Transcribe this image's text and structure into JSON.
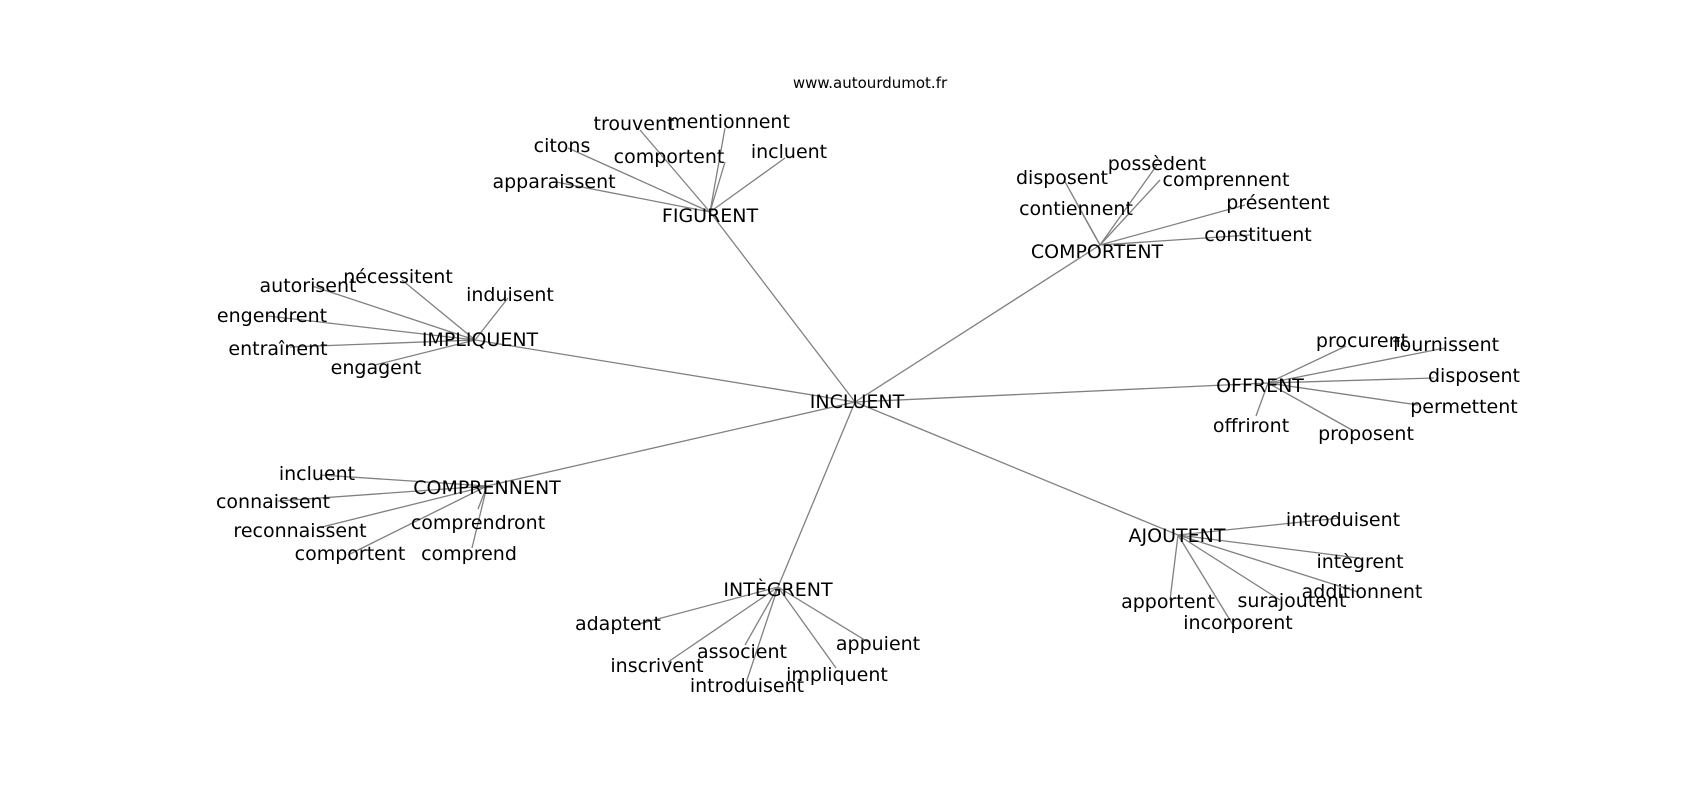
{
  "watermark": "www.autourdumot.fr",
  "center": "INCLUENT",
  "clusters": [
    {
      "id": "figurent",
      "label": "FIGURENT",
      "leaves": [
        "trouvent",
        "mentionnent",
        "citons",
        "comportent",
        "incluent",
        "apparaissent"
      ]
    },
    {
      "id": "comportent",
      "label": "COMPORTENT",
      "leaves": [
        "disposent",
        "possèdent",
        "comprennent",
        "présentent",
        "contiennent",
        "constituent"
      ]
    },
    {
      "id": "impliquent",
      "label": "IMPLIQUENT",
      "leaves": [
        "nécessitent",
        "autorisent",
        "induisent",
        "engendrent",
        "entraînent",
        "engagent"
      ]
    },
    {
      "id": "offrent",
      "label": "OFFRENT",
      "leaves": [
        "procurent",
        "fournissent",
        "disposent",
        "permettent",
        "offriront",
        "proposent"
      ]
    },
    {
      "id": "comprennent",
      "label": "COMPRENNENT",
      "leaves": [
        "incluent",
        "connaissent",
        "reconnaissent",
        "comprendront",
        "comportent",
        "comprend"
      ]
    },
    {
      "id": "ajoutent",
      "label": "AJOUTENT",
      "leaves": [
        "introduisent",
        "intègrent",
        "additionnent",
        "surajoutent",
        "apportent",
        "incorporent"
      ]
    },
    {
      "id": "integrent",
      "label": "INTÈGRENT",
      "leaves": [
        "adaptent",
        "appuient",
        "associent",
        "inscrivent",
        "impliquent",
        "introduisent"
      ]
    }
  ]
}
